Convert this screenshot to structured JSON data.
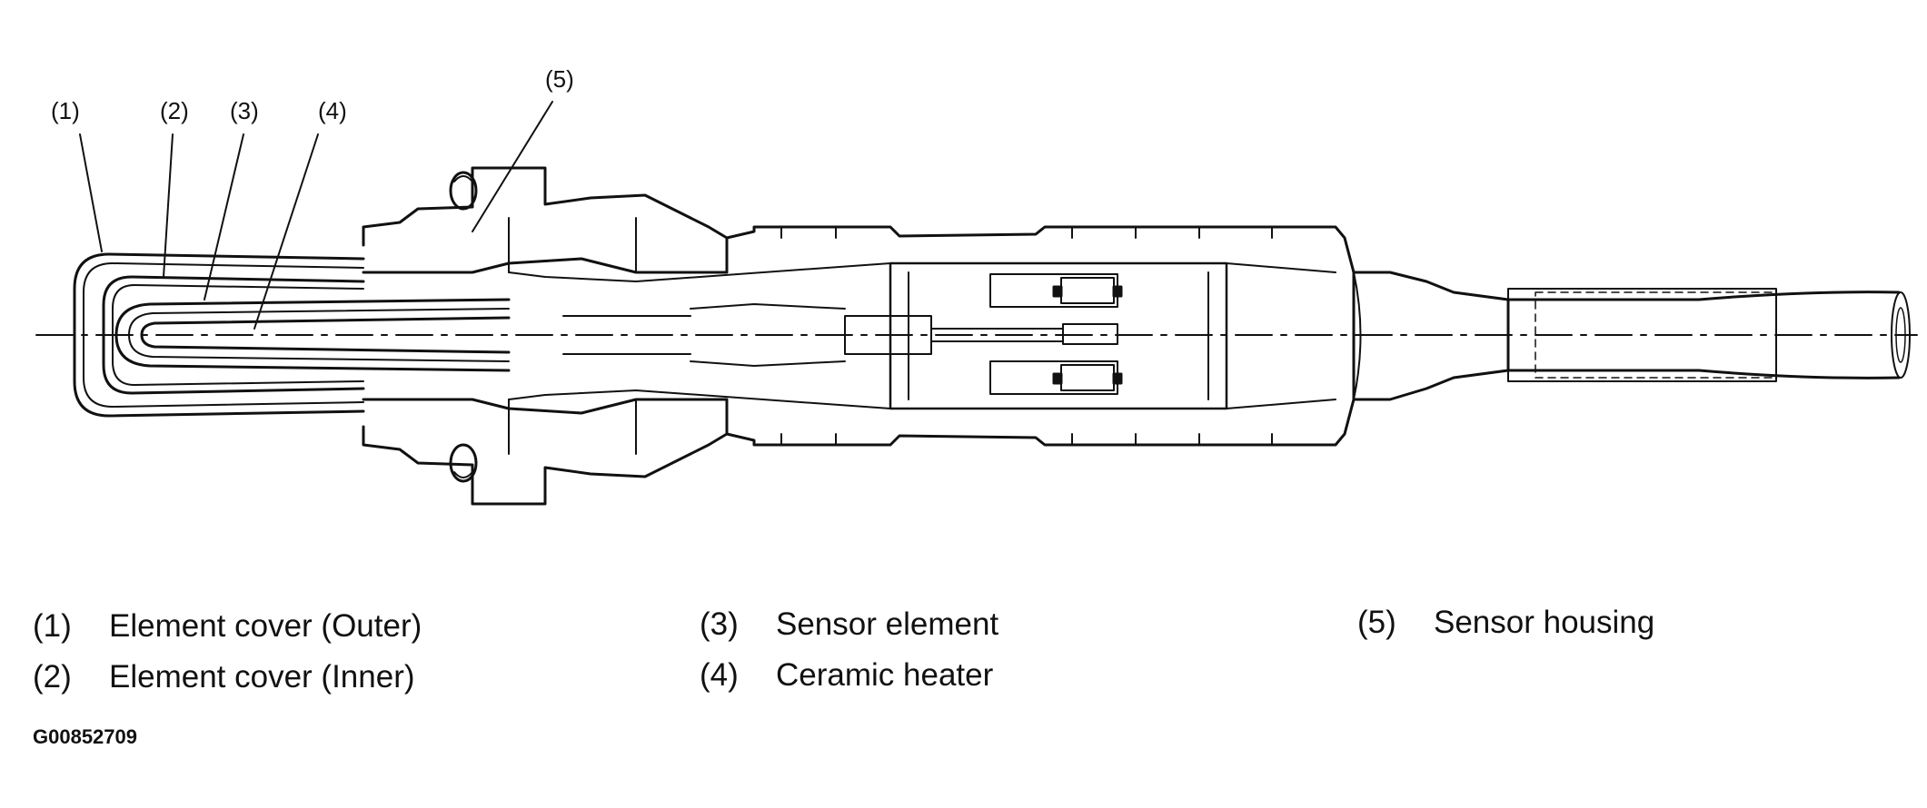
{
  "callouts": {
    "c1": "(1)",
    "c2": "(2)",
    "c3": "(3)",
    "c4": "(4)",
    "c5": "(5)"
  },
  "legend": [
    {
      "num": "(1)",
      "label": "Element cover (Outer)"
    },
    {
      "num": "(2)",
      "label": "Element cover (Inner)"
    },
    {
      "num": "(3)",
      "label": "Sensor element"
    },
    {
      "num": "(4)",
      "label": "Ceramic heater"
    },
    {
      "num": "(5)",
      "label": "Sensor housing"
    }
  ],
  "figure_id": "G00852709",
  "colors": {
    "line": "#111111",
    "background": "#ffffff"
  }
}
